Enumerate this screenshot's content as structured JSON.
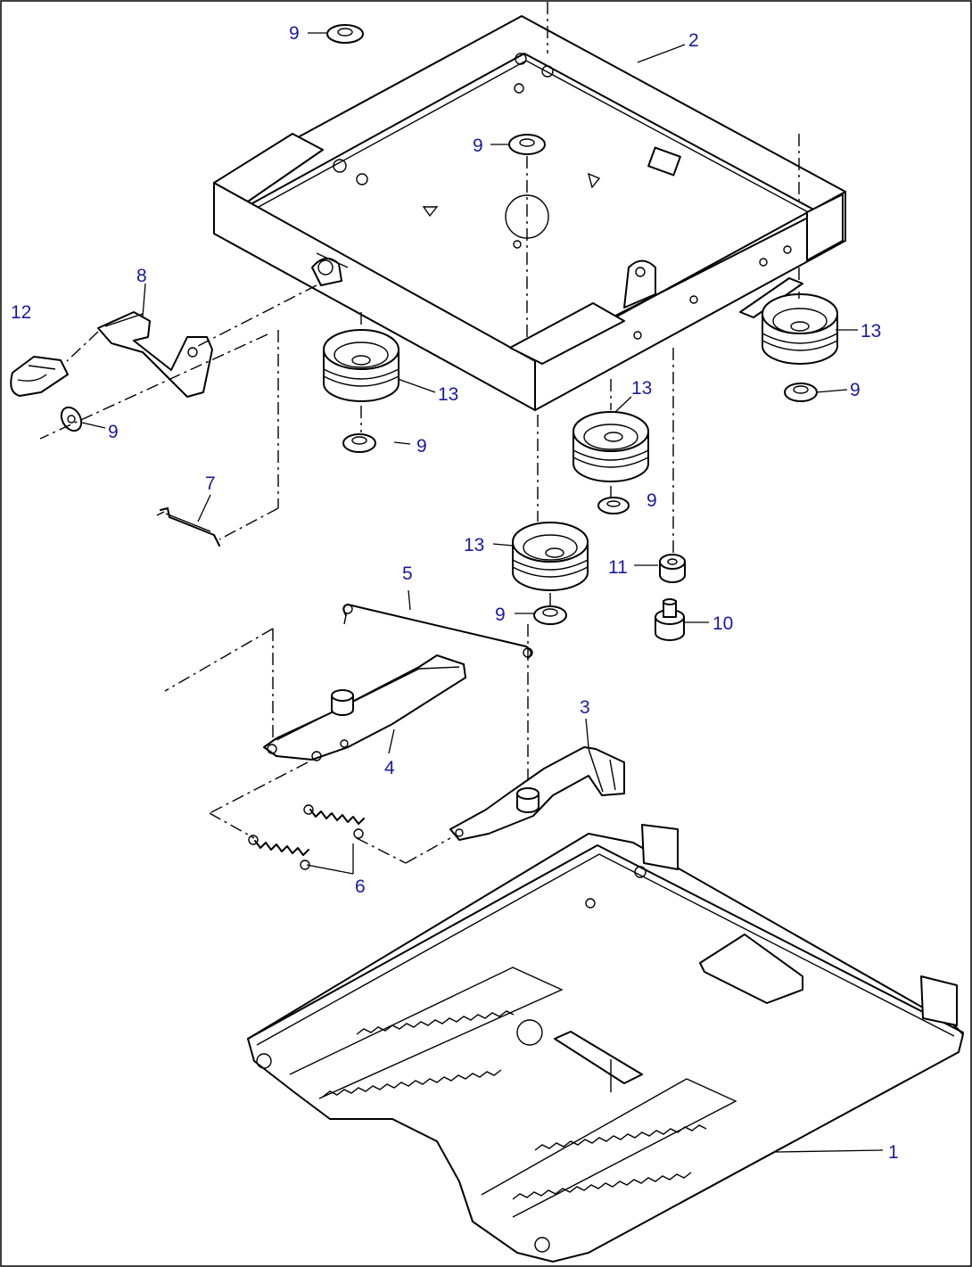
{
  "diagram": {
    "callouts": {
      "c1": "1",
      "c2": "2",
      "c3": "3",
      "c4": "4",
      "c5": "5",
      "c6": "6",
      "c7": "7",
      "c8": "8",
      "c9a": "9",
      "c9b": "9",
      "c9c": "9",
      "c9d": "9",
      "c9e": "9",
      "c9f": "9",
      "c9g": "9",
      "c10": "10",
      "c11": "11",
      "c12": "12",
      "c13a": "13",
      "c13b": "13",
      "c13c": "13",
      "c13d": "13"
    },
    "colors": {
      "callout": "#1a1aa0",
      "line": "#000000",
      "background": "#ffffff"
    }
  }
}
